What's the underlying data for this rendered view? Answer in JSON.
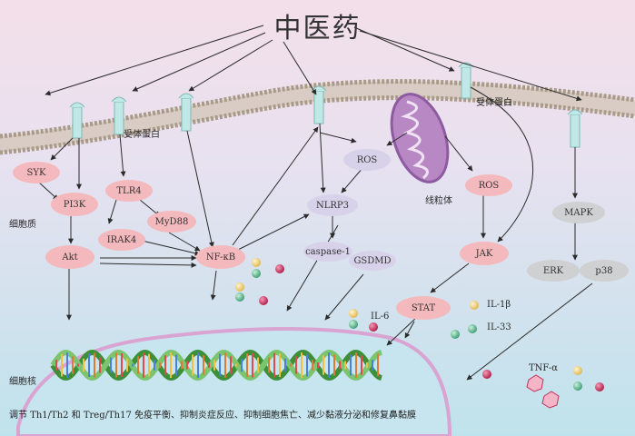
{
  "title": "中医药",
  "labels": {
    "receptor_left": "受体蛋白",
    "receptor_right": "受体蛋白",
    "cytoplasm": "细胞质",
    "mitochondria": "线粒体",
    "nucleus": "细胞核"
  },
  "nodes": {
    "syk": "SYK",
    "pi3k": "PI3K",
    "akt": "Akt",
    "tlr4": "TLR4",
    "myd88": "MyD88",
    "irak4": "IRAK4",
    "nfkb": "NF-κB",
    "ros_left": "ROS",
    "nlrp3": "NLRP3",
    "caspase1": "caspase-1",
    "gsdmd": "GSDMD",
    "ros_right": "ROS",
    "jak": "JAK",
    "stat": "STAT",
    "mapk": "MAPK",
    "erk": "ERK",
    "p38": "p38"
  },
  "cytokines": {
    "il6": "IL-6",
    "il1b": "IL-1β",
    "il33": "IL-33",
    "tnfa": "TNF-α"
  },
  "caption": "调节 Th1/Th2 和 Treg/Th17 免疫平衡、抑制炎症反应、抑制细胞焦亡、减少黏液分泌和修复鼻黏膜",
  "colors": {
    "pink_node": "#f4b9bd",
    "lavender_node": "#d7d2ea",
    "grey_node": "#cfd0d1",
    "membrane": "#a89a86",
    "mitochondria": "#8e5aa0",
    "nucleus_border": "#d9a3d2"
  }
}
